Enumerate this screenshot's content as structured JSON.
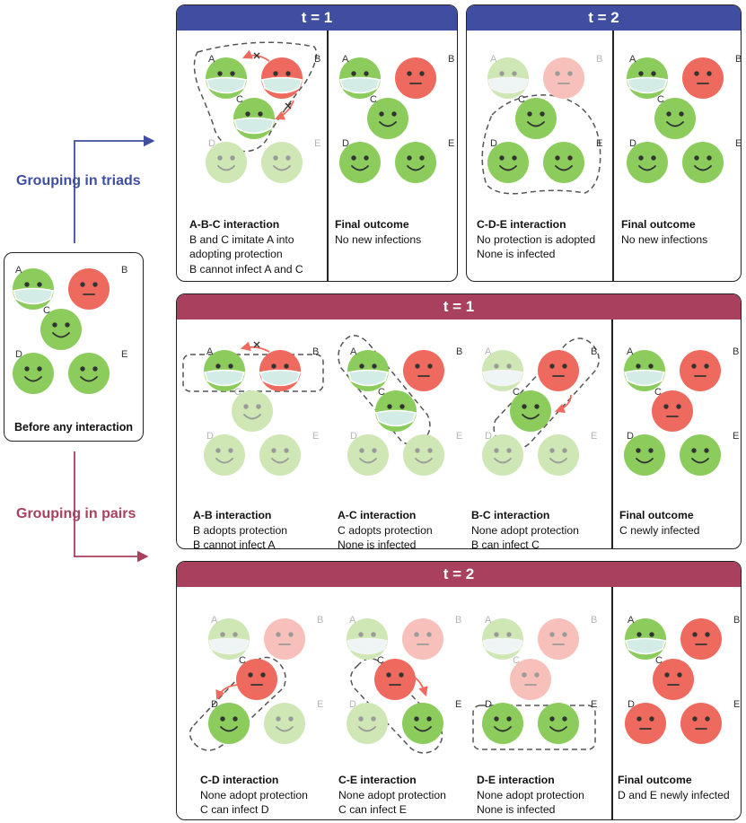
{
  "labels": {
    "triads": "Grouping in triads",
    "pairs": "Grouping in pairs",
    "before": "Before any interaction"
  },
  "colors": {
    "triad_color": "#3f4ea0",
    "pair_color": "#a8405e",
    "healthy": "#8ccc5c",
    "infected": "#ee6a5e"
  },
  "panels": {
    "triads_t1": {
      "title": "t = 1",
      "captions": [
        {
          "heading": "A-B-C interaction",
          "lines": [
            "B and C imitate A into",
            "adopting protection",
            "B cannot infect A and C"
          ]
        },
        {
          "heading": "Final outcome",
          "lines": [
            "No new infections"
          ]
        }
      ]
    },
    "triads_t2": {
      "title": "t = 2",
      "captions": [
        {
          "heading": "C-D-E interaction",
          "lines": [
            "No protection is adopted",
            "None is infected"
          ]
        },
        {
          "heading": "Final outcome",
          "lines": [
            "No new infections"
          ]
        }
      ]
    },
    "pairs_t1": {
      "title": "t = 1",
      "captions": [
        {
          "heading": "A-B interaction",
          "lines": [
            "B adopts protection",
            "B cannot infect A"
          ]
        },
        {
          "heading": "A-C interaction",
          "lines": [
            "C adopts protection",
            "None is infected"
          ]
        },
        {
          "heading": "B-C interaction",
          "lines": [
            "None adopt protection",
            "B can infect C"
          ]
        },
        {
          "heading": "Final outcome",
          "lines": [
            "C newly infected"
          ]
        }
      ]
    },
    "pairs_t2": {
      "title": "t = 2",
      "captions": [
        {
          "heading": "C-D interaction",
          "lines": [
            "None adopt protection",
            "C can infect D"
          ]
        },
        {
          "heading": "C-E interaction",
          "lines": [
            "None adopt protection",
            "C can infect E"
          ]
        },
        {
          "heading": "D-E interaction",
          "lines": [
            "None adopt protection",
            "None is infected"
          ]
        },
        {
          "heading": "Final outcome",
          "lines": [
            "D and E newly infected"
          ]
        }
      ]
    }
  },
  "node_letters": [
    "A",
    "B",
    "C",
    "D",
    "E"
  ]
}
